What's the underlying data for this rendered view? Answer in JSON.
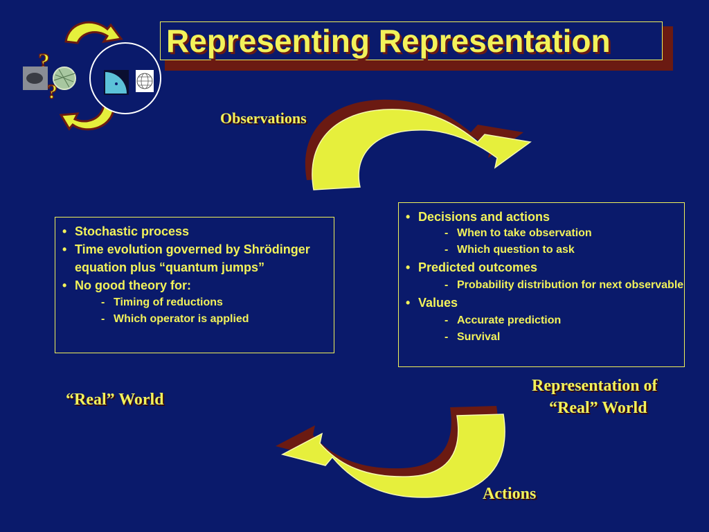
{
  "title": "Representing Representation",
  "labels": {
    "observations": "Observations",
    "real_world": "“Real” World",
    "representation_line1": "Representation of",
    "representation_line2": "“Real” World",
    "actions": "Actions"
  },
  "left_box": {
    "items": [
      {
        "text": "Stochastic process"
      },
      {
        "text": "Time evolution governed by Shrödinger equation plus “quantum jumps”"
      },
      {
        "text": "No good theory for:",
        "subitems": [
          "Timing of reductions",
          "Which operator is applied"
        ]
      }
    ]
  },
  "right_box": {
    "items": [
      {
        "text": "Decisions and actions",
        "subitems": [
          "When to take observation",
          "Which question to ask"
        ]
      },
      {
        "text": "Predicted outcomes",
        "subitems": [
          "Probability distribution for next observable"
        ]
      },
      {
        "text": "Values",
        "subitems": [
          "Accurate prediction",
          "Survival"
        ]
      }
    ]
  },
  "colors": {
    "background": "#0a1a6b",
    "text": "#f2f25a",
    "arrow_fill": "#e6ef3c",
    "arrow_shadow": "#6b1a12"
  },
  "icons": [
    "cycle-arrow-icon",
    "question-mark-icon",
    "eye-image-icon",
    "globe-icon",
    "quarter-circle-icon",
    "wireframe-sphere-icon"
  ]
}
